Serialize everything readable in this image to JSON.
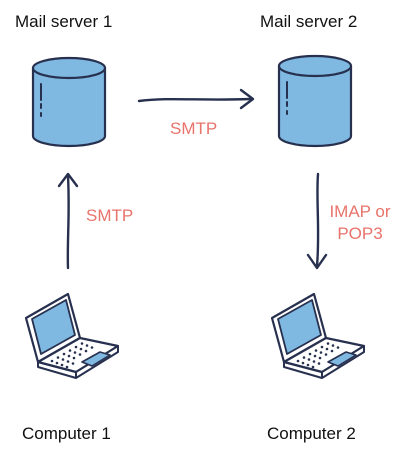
{
  "nodes": {
    "mail_server_1": {
      "label": "Mail server 1",
      "icon": "database-icon"
    },
    "mail_server_2": {
      "label": "Mail server 2",
      "icon": "database-icon"
    },
    "computer_1": {
      "label": "Computer 1",
      "icon": "laptop-icon"
    },
    "computer_2": {
      "label": "Computer 2",
      "icon": "laptop-icon"
    }
  },
  "edges": [
    {
      "from": "computer_1",
      "to": "mail_server_1",
      "label": "SMTP"
    },
    {
      "from": "mail_server_1",
      "to": "mail_server_2",
      "label": "SMTP"
    },
    {
      "from": "mail_server_2",
      "to": "computer_2",
      "label_line1": "IMAP or",
      "label_line2": "POP3"
    }
  ],
  "colors": {
    "icon_fill": "#7fb8e0",
    "icon_stroke": "#27304f",
    "arrow": "#27304f",
    "protocol_text": "#e8736b"
  }
}
